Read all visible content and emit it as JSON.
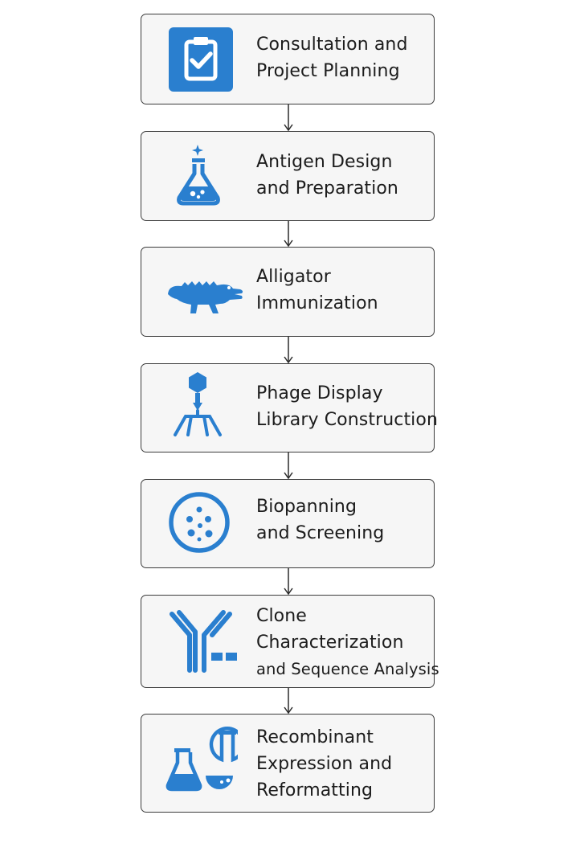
{
  "colors": {
    "accent": "#2a7fcf",
    "box_border": "#3c3c3c",
    "box_fill": "#f6f6f6",
    "text": "#1c1c1c"
  },
  "steps": [
    {
      "icon": "clipboard-check-icon",
      "lines": [
        "Consultation and",
        "Project Planning"
      ]
    },
    {
      "icon": "flask-sparkle-icon",
      "lines": [
        "Antigen Design",
        "and Preparation"
      ]
    },
    {
      "icon": "alligator-icon",
      "lines": [
        "Alligator",
        "Immunization"
      ]
    },
    {
      "icon": "bacteriophage-icon",
      "lines": [
        "Phage Display",
        "Library Construction"
      ]
    },
    {
      "icon": "petri-dish-icon",
      "lines": [
        "Biopanning",
        "and Screening"
      ]
    },
    {
      "icon": "antibody-icon",
      "lines": [
        "Clone",
        "Characterization",
        "and Sequence Analysis"
      ]
    },
    {
      "icon": "flasks-icon",
      "lines": [
        "Recombinant",
        "Expression and",
        "Reformatting"
      ]
    }
  ]
}
